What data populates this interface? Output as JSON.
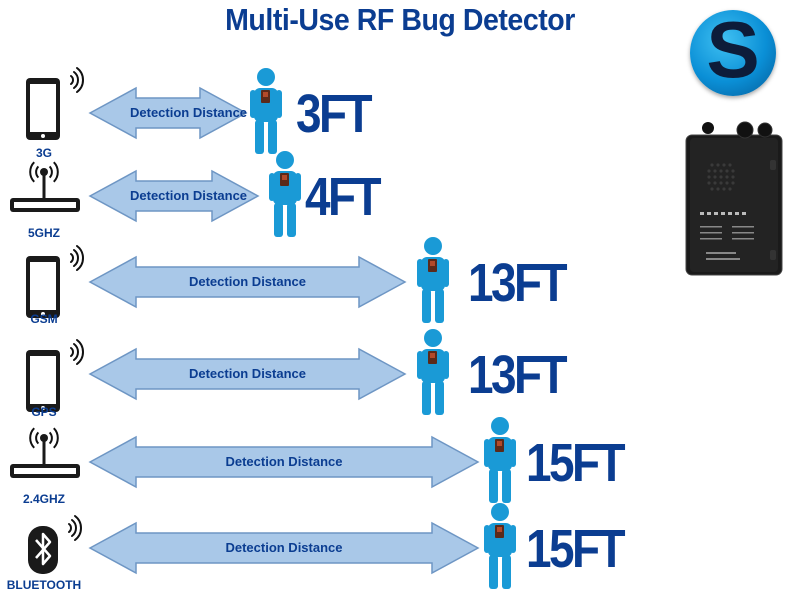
{
  "title": "Multi-Use RF Bug Detector",
  "logo_letter": "S",
  "colors": {
    "title": "#0b3d91",
    "arrow_fill": "#a9c8e8",
    "arrow_stroke": "#6e96c4",
    "person": "#1a9ad6"
  },
  "product_image": {
    "icon": "rf-detector-device"
  },
  "rows": [
    {
      "category": "3G",
      "icon": "tablet-signal-icon",
      "label": "Detection Distance",
      "distance": "3FT"
    },
    {
      "category": "5GHZ",
      "icon": "router-signal-icon",
      "label": "Detection Distance",
      "distance": "4FT"
    },
    {
      "category": "GSM",
      "icon": "tablet-signal-icon",
      "label": "Detection Distance",
      "distance": "13FT"
    },
    {
      "category": "GPS",
      "icon": "tablet-signal-icon",
      "label": "Detection Distance",
      "distance": "13FT"
    },
    {
      "category": "2.4GHZ",
      "icon": "router-signal-icon",
      "label": "Detection Distance",
      "distance": "15FT"
    },
    {
      "category": "BLUETOOTH",
      "icon": "bluetooth-signal-icon",
      "label": "Detection Distance",
      "distance": "15FT"
    }
  ]
}
